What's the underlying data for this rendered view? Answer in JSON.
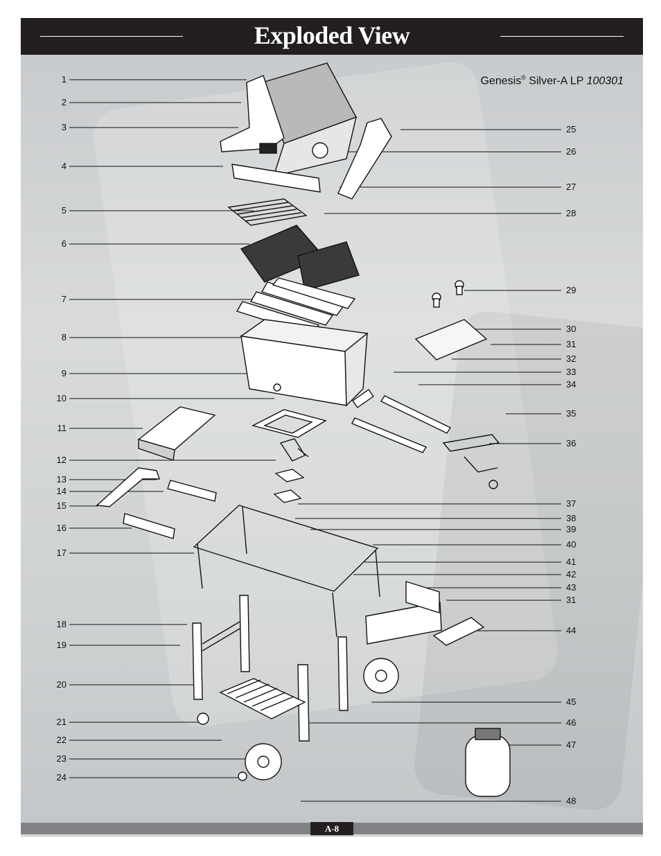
{
  "header": {
    "title": "Exploded View"
  },
  "model": {
    "brand": "Genesis",
    "reg": "®",
    "name": " Silver-A LP ",
    "number": "100301"
  },
  "footer": {
    "page": "A-8"
  },
  "callouts": {
    "left": [
      "1",
      "2",
      "3",
      "4",
      "5",
      "6",
      "7",
      "8",
      "9",
      "10",
      "11",
      "12",
      "13",
      "14",
      "15",
      "16",
      "17",
      "18",
      "19",
      "20",
      "21",
      "22",
      "23",
      "24"
    ],
    "right": [
      "25",
      "26",
      "27",
      "28",
      "29",
      "30",
      "31",
      "32",
      "33",
      "34",
      "35",
      "36",
      "37",
      "38",
      "39",
      "40",
      "41",
      "42",
      "43",
      "31",
      "44",
      "45",
      "46",
      "47",
      "48"
    ]
  },
  "colors": {
    "header_bg": "#231f20",
    "panel": "#d4d6d7",
    "footer_bar": "#808285"
  }
}
